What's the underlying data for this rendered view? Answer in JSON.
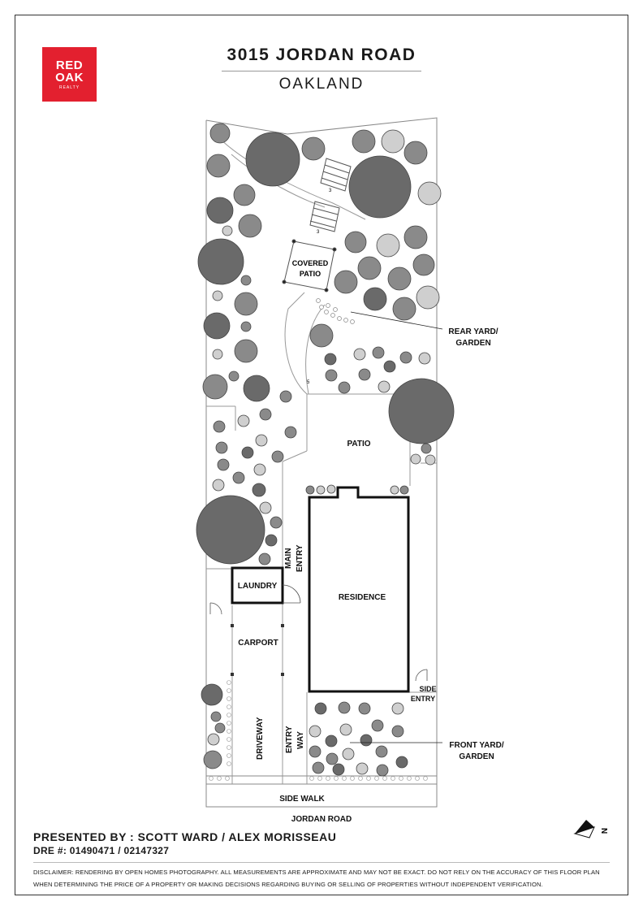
{
  "logo": {
    "line1": "RED",
    "line2": "OAK",
    "line3": "REALTY",
    "color": "#e3202f"
  },
  "header": {
    "title": "3015 JORDAN ROAD",
    "subtitle": "OAKLAND"
  },
  "labels": {
    "covered_patio_1": "COVERED",
    "covered_patio_2": "PATIO",
    "rear_yard_1": "REAR YARD/",
    "rear_yard_2": "GARDEN",
    "patio": "PATIO",
    "main_entry_1": "MAIN",
    "main_entry_2": "ENTRY",
    "laundry": "LAUNDRY",
    "residence": "RESIDENCE",
    "carport": "CARPORT",
    "side_entry_1": "SIDE",
    "side_entry_2": "ENTRY",
    "driveway": "DRIVEWAY",
    "entry_way_1": "ENTRY",
    "entry_way_2": "WAY",
    "front_yard_1": "FRONT YARD/",
    "front_yard_2": "GARDEN",
    "side_walk": "SIDE WALK",
    "street": "JORDAN ROAD",
    "stair_1": "3",
    "stair_2": "3",
    "stair_3": "5"
  },
  "footer": {
    "presented": "PRESENTED BY : SCOTT WARD / ALEX MORISSEAU",
    "dre": "DRE #: 01490471 / 02147327",
    "disclaimer": "DISCLAIMER: RENDERING BY OPEN HOMES PHOTOGRAPHY. ALL MEASUREMENTS ARE APPROXIMATE AND MAY NOT BE EXACT. DO NOT RELY ON THE ACCURACY OF THIS FLOOR PLAN WHEN DETERMINING THE PRICE OF A PROPERTY OR MAKING DECISIONS REGARDING BUYING OR SELLING OF PROPERTIES WITHOUT INDEPENDENT VERIFICATION."
  },
  "compass": {
    "label": "N",
    "icon": "north-arrow-icon"
  },
  "colors": {
    "tree": "#6a6a6a",
    "shrub": "#8a8a8a",
    "flower": "#cfcfcf",
    "wall": "#111111"
  }
}
